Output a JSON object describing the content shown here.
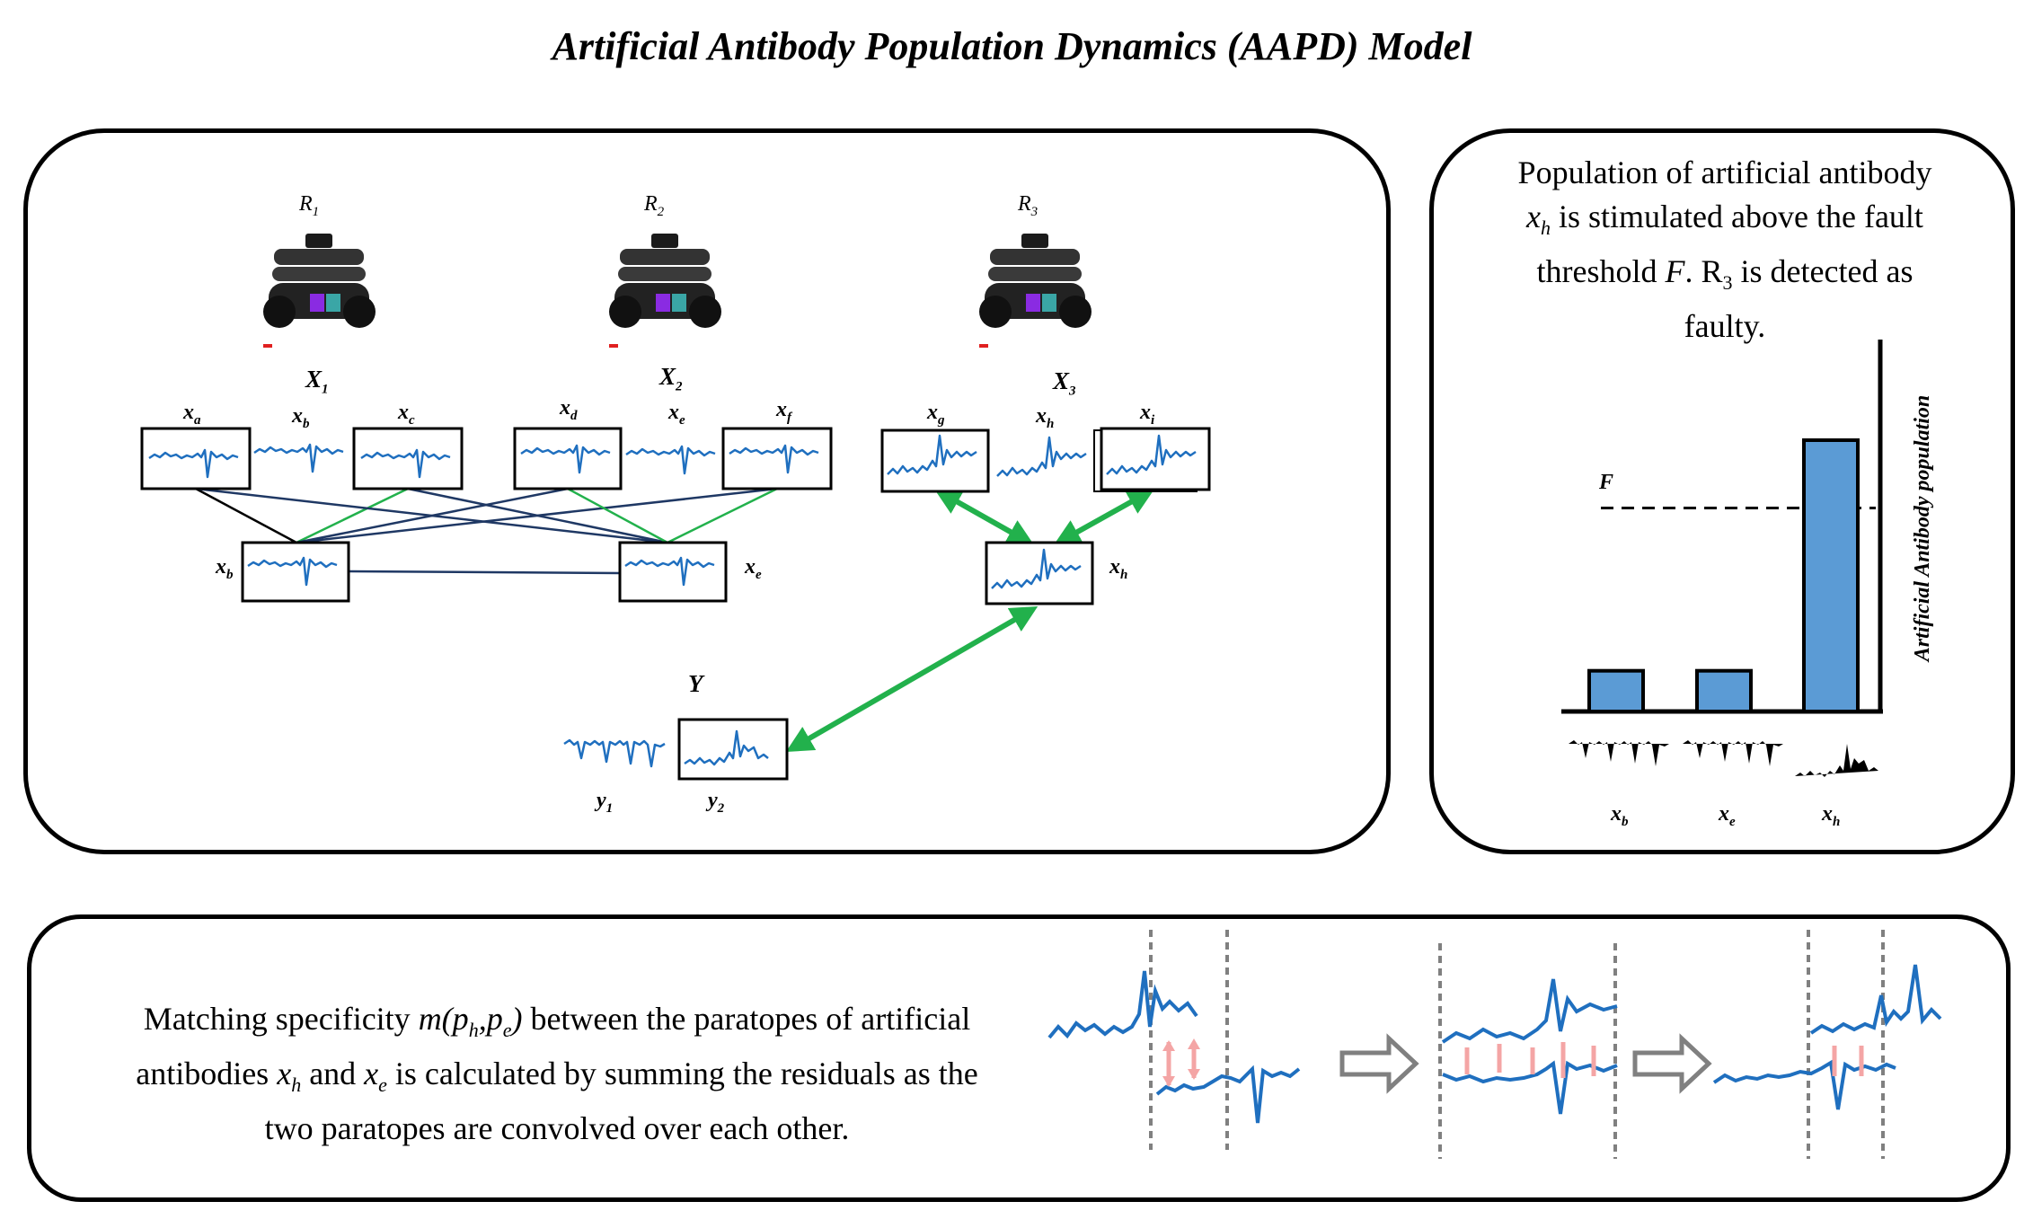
{
  "title": "Artificial Antibody Population Dynamics (AAPD) Model",
  "network": {
    "robots": [
      {
        "label": "R",
        "sub": "1"
      },
      {
        "label": "R",
        "sub": "2"
      },
      {
        "label": "R",
        "sub": "3"
      }
    ],
    "groups": [
      {
        "label": "X",
        "sub": "1"
      },
      {
        "label": "X",
        "sub": "2"
      },
      {
        "label": "X",
        "sub": "3"
      }
    ],
    "antibodies_top": [
      {
        "label": "x",
        "sub": "a"
      },
      {
        "label": "x",
        "sub": "b"
      },
      {
        "label": "x",
        "sub": "c"
      },
      {
        "label": "x",
        "sub": "d"
      },
      {
        "label": "x",
        "sub": "e"
      },
      {
        "label": "x",
        "sub": "f"
      },
      {
        "label": "x",
        "sub": "g"
      },
      {
        "label": "x",
        "sub": "h"
      },
      {
        "label": "x",
        "sub": "i"
      }
    ],
    "selected": [
      {
        "label": "x",
        "sub": "b"
      },
      {
        "label": "x",
        "sub": "e"
      },
      {
        "label": "x",
        "sub": "h"
      }
    ],
    "output": {
      "label": "Y",
      "y1": {
        "label": "y",
        "sub": "1"
      },
      "y2": {
        "label": "y",
        "sub": "2"
      }
    }
  },
  "population": {
    "description_parts": [
      "Population of artificial antibody",
      "x",
      "h",
      "is stimulated above the fault",
      "threshold",
      "F",
      ". R",
      "3",
      "is detected as",
      "faulty."
    ],
    "threshold_label": "F",
    "ylabel": "Artificial Antibody population",
    "bars": [
      {
        "name": "x",
        "sub": "b",
        "value": 0.15
      },
      {
        "name": "x",
        "sub": "e",
        "value": 0.15
      },
      {
        "name": "x",
        "sub": "h",
        "value": 1.0
      }
    ],
    "threshold_value": 0.75
  },
  "matching": {
    "line1_a": "Matching specificity",
    "line1_math_m": "m(p",
    "line1_math_h": "h",
    "line1_math_mid": ",p",
    "line1_math_e": "e",
    "line1_math_end": ")",
    "line1_b": "between the paratopes of artificial",
    "line2_a": "antibodies",
    "line2_x1": "x",
    "line2_h": "h",
    "line2_and": "and",
    "line2_x2": "x",
    "line2_e": "e",
    "line2_b": "is calculated by summing the residuals as the",
    "line3": "two paratopes are convolved over each other."
  },
  "colors": {
    "signal": "#1f6fbf",
    "bar": "#5b9bd5",
    "green": "#22b14c",
    "navy": "#1f3864",
    "pink": "#f4a5a5"
  }
}
